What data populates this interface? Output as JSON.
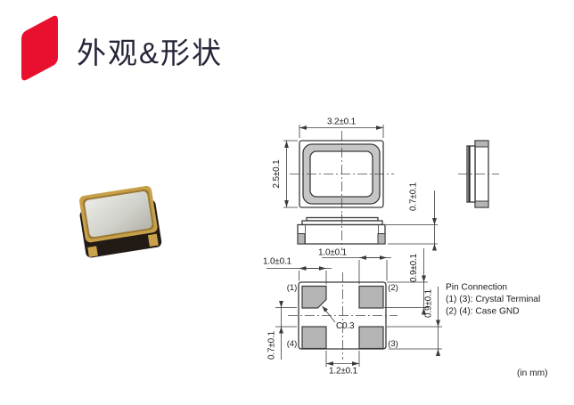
{
  "header": {
    "title": "外观&形状"
  },
  "drawing": {
    "top_view": {
      "width_dim": "3.2±0.1",
      "height_dim": "2.5±0.1"
    },
    "side_view": {
      "height_dim": "0.7±0.1"
    },
    "bottom_view": {
      "dim_edge_to_pad_left": "1.0±0.1",
      "dim_pad_to_edge_right": "1.0±0.1",
      "dim_top_right_vertical": "0.9±0.1",
      "dim_mid_right_vertical": "0.9±0.1",
      "dim_left_vertical": "0.7±0.1",
      "dim_bottom_gap": "1.2±0.1",
      "chamfer_label": "C0.3",
      "pin1": "(1)",
      "pin2": "(2)",
      "pin3": "(3)",
      "pin4": "(4)"
    },
    "pin_connection": {
      "title": "Pin Connection",
      "line1": "(1) (3): Crystal Terminal",
      "line2": "(2) (4): Case GND"
    },
    "unit_note": "(in mm)",
    "colors": {
      "logo_red": "#e8102e",
      "pad_gray": "#b5b5b5",
      "ring_gray": "#c6c6c6"
    }
  }
}
